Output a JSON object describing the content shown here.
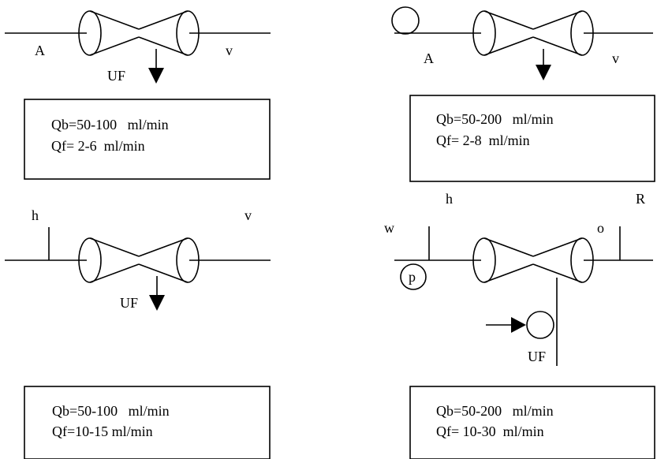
{
  "panel_top_left": {
    "label_in": "A",
    "label_out": "v",
    "label_uf": "UF",
    "box_line1": "Qb=50-100   ml/min",
    "box_line2": "Qf= 2-6  ml/min"
  },
  "panel_top_right": {
    "label_in": "A",
    "label_out": "v",
    "box_line1": "Qb=50-200   ml/min",
    "box_line2": "Qf= 2-8  ml/min",
    "label_h": "h",
    "label_r": "R"
  },
  "panel_bottom_left": {
    "label_h": "h",
    "label_v": "v",
    "label_uf": "UF",
    "box_line1": "Qb=50-100   ml/min",
    "box_line2": "Qf=10-15 ml/min"
  },
  "panel_bottom_right": {
    "label_w": "w",
    "label_o": "o",
    "label_p": "p",
    "label_uf": "UF",
    "box_line1": "Qb=50-200   ml/min",
    "box_line2": "Qf= 10-30  ml/min"
  }
}
